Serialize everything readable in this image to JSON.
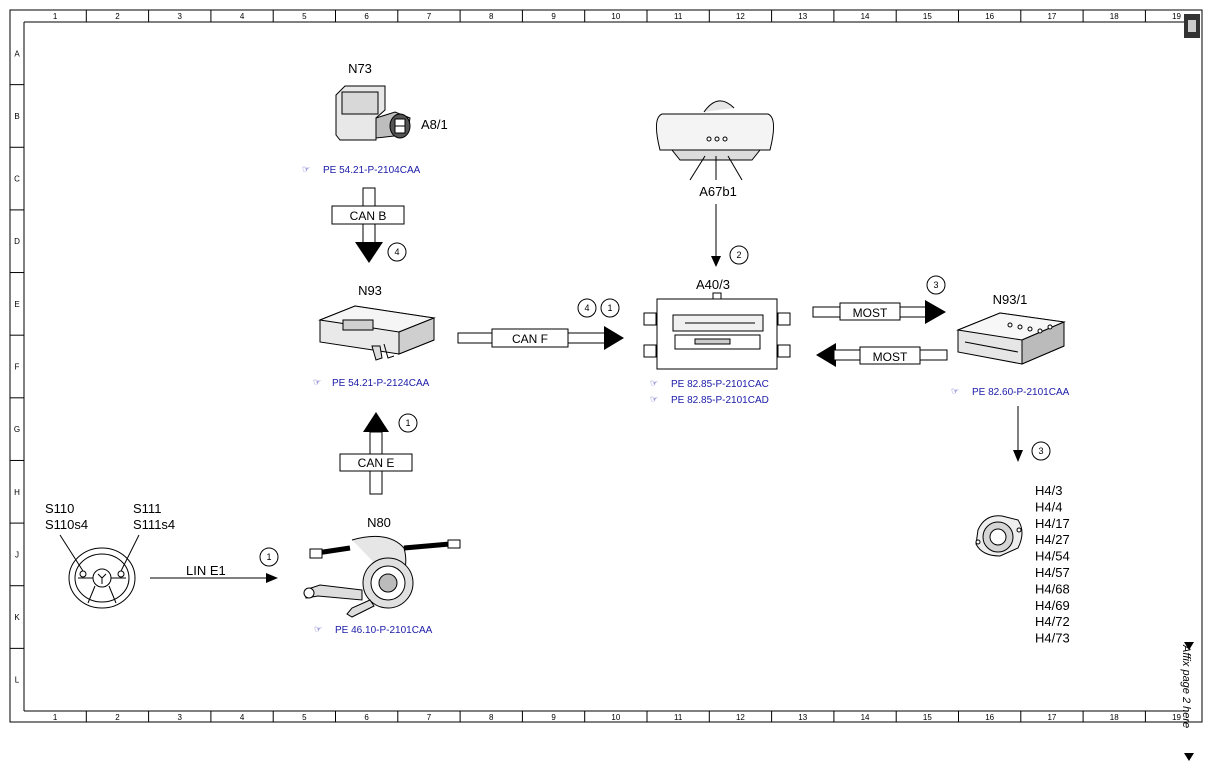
{
  "ruler": {
    "columns": [
      "1",
      "2",
      "3",
      "4",
      "5",
      "6",
      "7",
      "8",
      "9",
      "10",
      "11",
      "12",
      "13",
      "14",
      "15",
      "16",
      "17",
      "18",
      "19"
    ],
    "rows": [
      "A",
      "B",
      "C",
      "D",
      "E",
      "F",
      "G",
      "H",
      "J",
      "K",
      "L"
    ]
  },
  "components": {
    "n73": {
      "label": "N73",
      "sub": "A8/1",
      "ref": "PE 54.21-P-2104CAA"
    },
    "a67b1": {
      "label": "A67b1"
    },
    "n93": {
      "label": "N93",
      "ref": "PE 54.21-P-2124CAA"
    },
    "a40_3": {
      "label": "A40/3",
      "ref1": "PE 82.85-P-2101CAC",
      "ref2": "PE 82.85-P-2101CAD"
    },
    "n93_1": {
      "label": "N93/1",
      "ref": "PE 82.60-P-2101CAA"
    },
    "n80": {
      "label": "N80",
      "ref": "PE 46.10-P-2101CAA"
    },
    "switches": {
      "left1": "S110",
      "left2": "S110s4",
      "right1": "S111",
      "right2": "S111s4"
    },
    "speakers": [
      "H4/3",
      "H4/4",
      "H4/17",
      "H4/27",
      "H4/54",
      "H4/57",
      "H4/68",
      "H4/69",
      "H4/72",
      "H4/73"
    ]
  },
  "buses": {
    "can_b": "CAN B",
    "can_f": "CAN F",
    "can_e": "CAN E",
    "lin_e1": "LIN E1",
    "most_out": "MOST",
    "most_in": "MOST"
  },
  "markers": {
    "m_canb": "4",
    "m_canf_a": "4",
    "m_canf_b": "1",
    "m_cane": "1",
    "m_lin": "1",
    "m_a67": "2",
    "m_most": "3",
    "m_spk": "3"
  },
  "affix": "Affix page 2 here"
}
